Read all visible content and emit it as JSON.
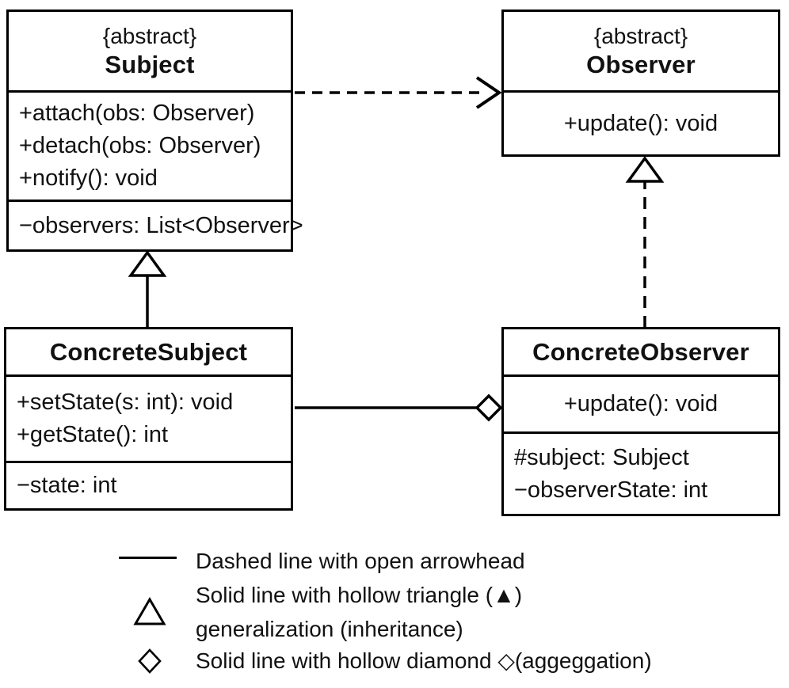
{
  "figure": {
    "background_color": "#ffffff",
    "line_color": "#000000",
    "text_color": "#111111"
  },
  "classes": [
    {
      "id": "subject",
      "stereotype": "{abstract}",
      "name": "Subject",
      "methods": [
        "+attach(obs: Observer)",
        "+detach(obs: Observer)",
        "+notify(): void"
      ],
      "attributes": [
        "−observers: List<Observer>"
      ]
    },
    {
      "id": "observer",
      "stereotype": "{abstract}",
      "name": "Observer",
      "methods": [
        "+update(): void"
      ],
      "attributes": []
    },
    {
      "id": "concrete-subject",
      "name": "ConcreteSubject",
      "methods": [
        "+setState(s: int): void",
        "+getState(): int"
      ],
      "attributes": [
        "−state: int"
      ]
    },
    {
      "id": "concrete-observer",
      "name": "ConcreteObserver",
      "methods": [
        "+update(): void"
      ],
      "attributes": [
        "#subject: Subject",
        "−observerState: int"
      ]
    }
  ],
  "relationships": [
    {
      "from": "Subject",
      "to": "Observer",
      "type": "dashed-line-open-arrowhead"
    },
    {
      "from": "ConcreteSubject",
      "to": "Subject",
      "type": "solid-line-hollow-triangle"
    },
    {
      "from": "ConcreteObserver",
      "to": "Observer",
      "type": "dashed-line-hollow-triangle"
    },
    {
      "from": "ConcreteSubject",
      "to": "ConcreteObserver",
      "type": "solid-line-hollow-diamond"
    }
  ],
  "legend": {
    "items": [
      {
        "symbol": "solid-line",
        "text": "Dashed line with open arrowhead"
      },
      {
        "symbol": "hollow-triangle",
        "text": "Solid line with hollow triangle (▲)",
        "text2": "generalization (inheritance)"
      },
      {
        "symbol": "hollow-diamond",
        "text": "Solid line with hollow diamond ◇(aggeggation)"
      }
    ]
  }
}
